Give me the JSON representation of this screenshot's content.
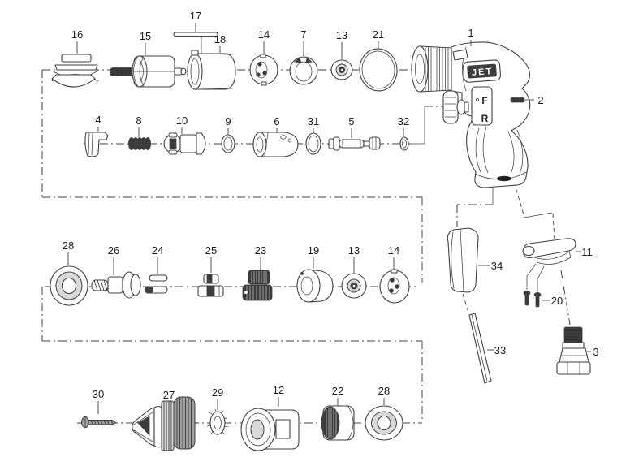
{
  "colors": {
    "background": "#ffffff",
    "line": "#404040",
    "dark": "#3c3c3c",
    "shade": "#d9d9d9"
  },
  "gun": {
    "brand_logo": "JET",
    "selector_forward": "F",
    "selector_reverse": "R"
  },
  "callouts": [
    "16",
    "15",
    "17",
    "18",
    "14",
    "7",
    "13",
    "21",
    "1",
    "2",
    "4",
    "8",
    "10",
    "9",
    "6",
    "31",
    "5",
    "32",
    "28",
    "26",
    "24",
    "25",
    "23",
    "19",
    "13",
    "14",
    "34",
    "11",
    "20",
    "3",
    "33",
    "30",
    "27",
    "29",
    "12",
    "22",
    "28"
  ]
}
